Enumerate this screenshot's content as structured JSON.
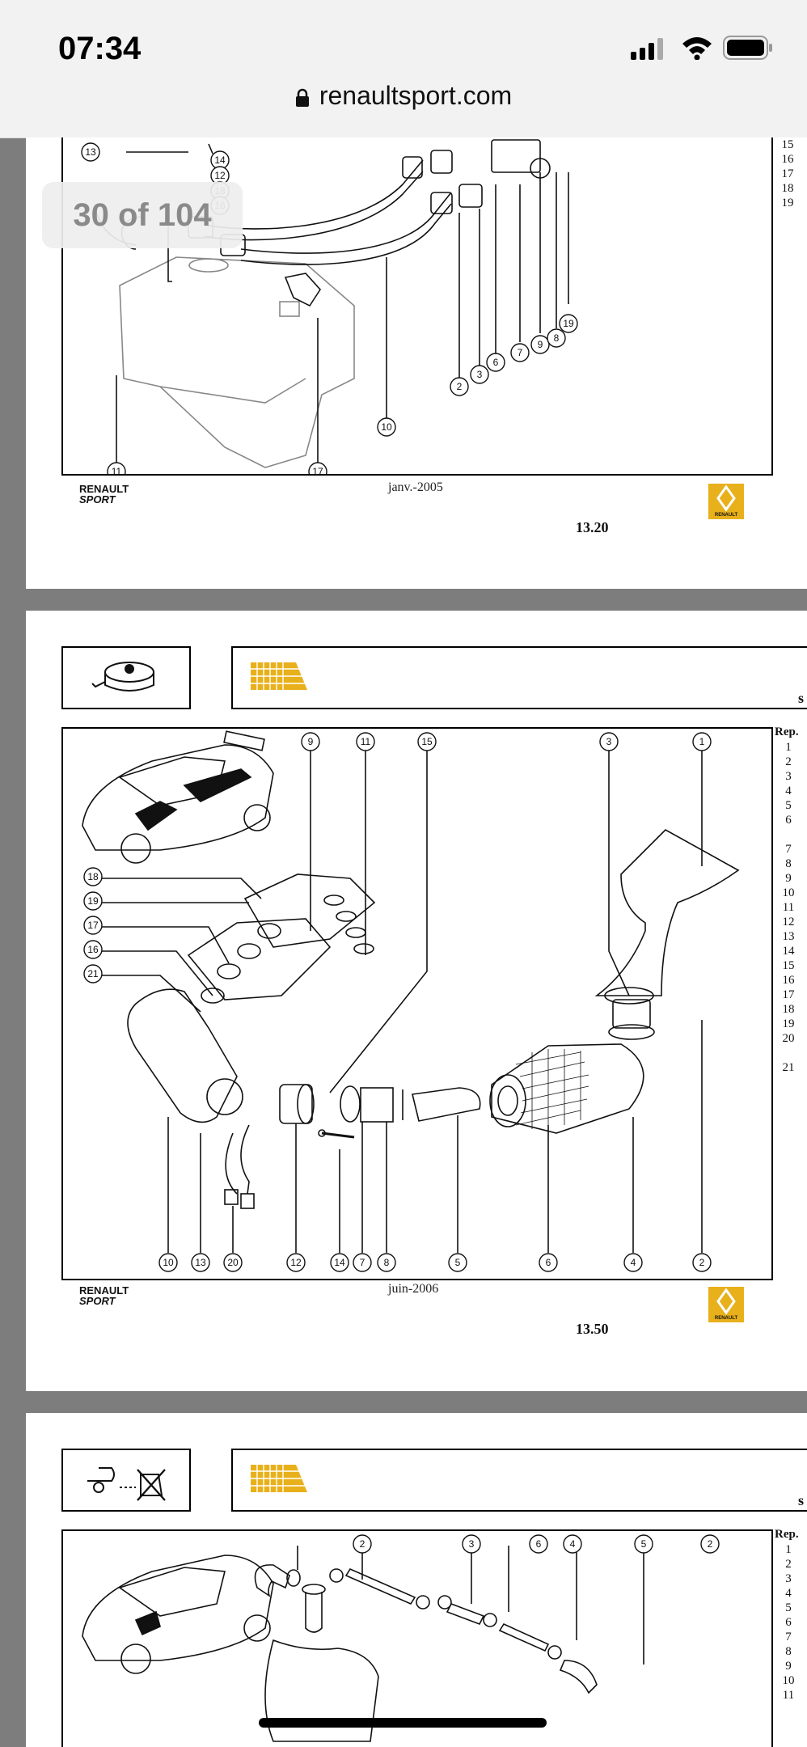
{
  "status": {
    "time": "07:34"
  },
  "browser": {
    "url": "renaultsport.com"
  },
  "pager": {
    "label": "30 of 104"
  },
  "pages": [
    {
      "brand_line1": "RENAULT",
      "brand_line2": "SPORT",
      "date": "janv.-2005",
      "page_number": "13.20",
      "logo_text": "RENAULT",
      "rep_values": [
        "15",
        "16",
        "17",
        "18",
        "19"
      ],
      "callouts": [
        "13",
        "14",
        "12",
        "18",
        "16",
        "11",
        "17",
        "10",
        "2",
        "3",
        "6",
        "7",
        "9",
        "8",
        "19"
      ]
    },
    {
      "brand_line1": "RENAULT",
      "brand_line2": "SPORT",
      "date": "juin-2006",
      "page_number": "13.50",
      "logo_text": "RENAULT",
      "rep_header": "Rep.",
      "rep_values": [
        "1",
        "2",
        "3",
        "4",
        "5",
        "6",
        "",
        "7",
        "8",
        "9",
        "10",
        "11",
        "12",
        "13",
        "14",
        "15",
        "16",
        "17",
        "18",
        "19",
        "20",
        "",
        "21"
      ],
      "top_callouts": [
        "9",
        "11",
        "15",
        "3",
        "1"
      ],
      "left_callouts": [
        "18",
        "19",
        "17",
        "16",
        "21"
      ],
      "bottom_callouts": [
        "10",
        "13",
        "20",
        "12",
        "14",
        "7",
        "8",
        "5",
        "6",
        "4",
        "2"
      ]
    },
    {
      "rep_header": "Rep.",
      "rep_values": [
        "1",
        "2",
        "3",
        "4",
        "5",
        "6",
        "7",
        "8",
        "9",
        "10",
        "11"
      ],
      "top_callouts": [
        "2",
        "3",
        "6",
        "4",
        "5",
        "2"
      ]
    }
  ],
  "colors": {
    "logo_yellow": "#e8b01a",
    "separator_gray": "#7d7d7d"
  }
}
